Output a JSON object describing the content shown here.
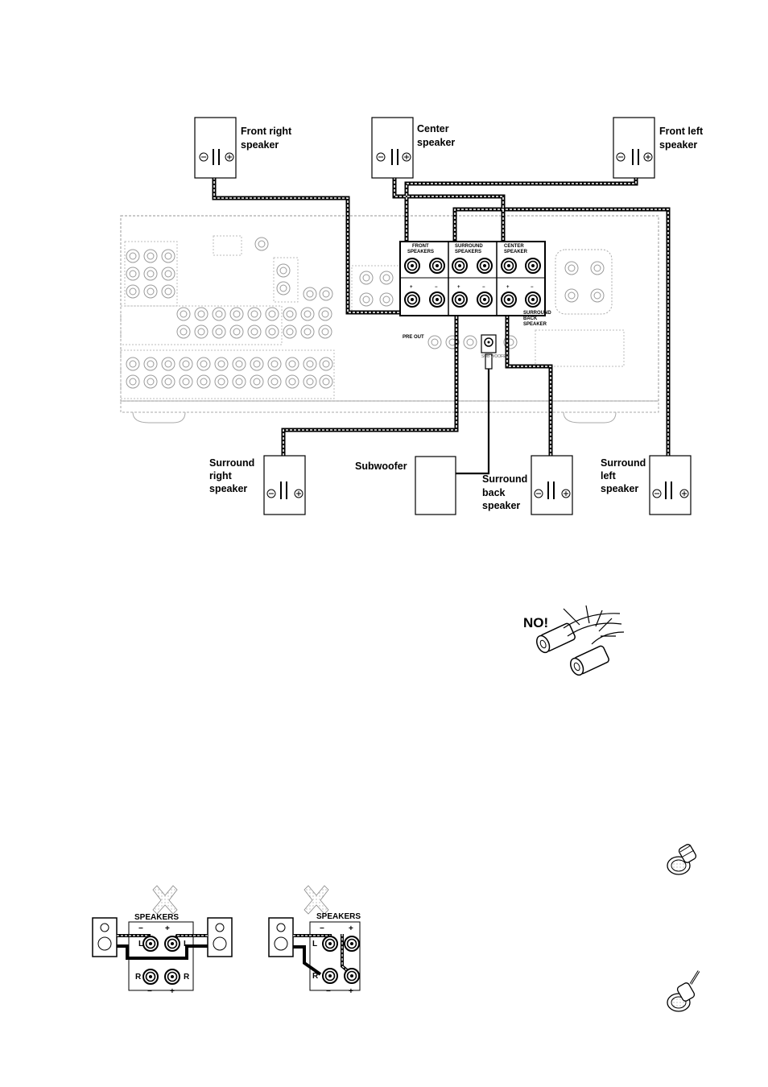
{
  "diagram": {
    "speakers": {
      "front_right": [
        "Front right",
        "speaker"
      ],
      "center": [
        "Center",
        "speaker"
      ],
      "front_left": [
        "Front left",
        "speaker"
      ],
      "surround_right": [
        "Surround",
        "right",
        "speaker"
      ],
      "subwoofer": [
        "Subwoofer"
      ],
      "surround_back": [
        "Surround",
        "back",
        "speaker"
      ],
      "surround_left": [
        "Surround",
        "left",
        "speaker"
      ]
    },
    "terminal_groups": {
      "front": [
        "FRONT",
        "SPEAKERS"
      ],
      "surround": [
        "SURROUND",
        "SPEAKERS"
      ],
      "center": [
        "CENTER",
        "SPEAKER"
      ],
      "surround_back": [
        "SURROUND",
        "BACK",
        "SPEAKER"
      ]
    },
    "pre_out": "PRE OUT",
    "sub_out": "SUB WOOFER",
    "plus": "+",
    "minus": "−"
  },
  "warning": {
    "label": "NO!"
  },
  "wrong_examples": {
    "label": "SPEAKERS",
    "left": "L",
    "right": "R",
    "minus": "−",
    "plus": "+"
  }
}
